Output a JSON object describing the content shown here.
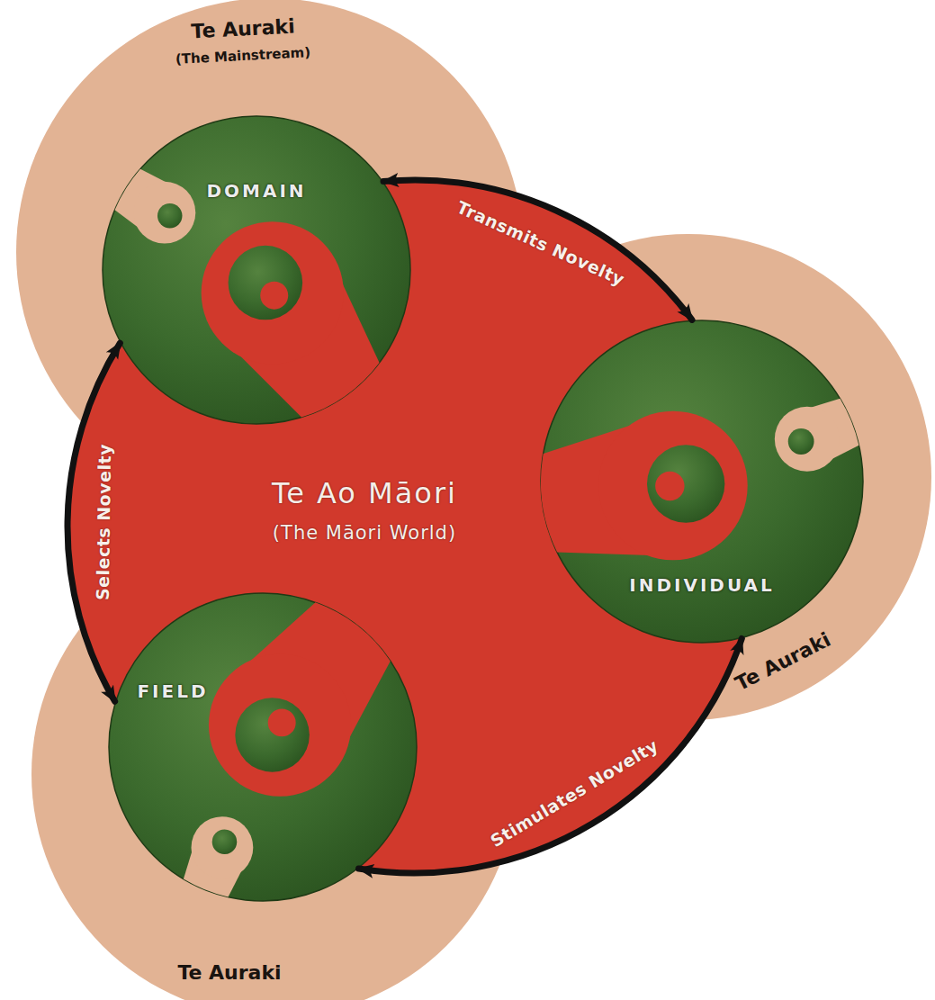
{
  "diagram": {
    "nodes": [
      {
        "text": [
          "Te Auraki",
          "(The Mainstream)"
        ]
      },
      {
        "text": [
          "Te Auraki"
        ]
      },
      {
        "text": [
          "Te Auraki"
        ]
      },
      {
        "text": [
          "Te Ao Māori",
          "(The Māori World)"
        ]
      },
      {
        "text": [
          "DOMAIN"
        ]
      },
      {
        "text": [
          "INDIVIDUAL"
        ]
      },
      {
        "text": [
          "FIELD"
        ]
      }
    ],
    "edges": [
      {
        "from": 4,
        "to": 5,
        "label": "Transmits Novelty",
        "arrow": "both"
      },
      {
        "from": 5,
        "to": 6,
        "label": "Stimulates Novelty",
        "arrow": "both"
      },
      {
        "from": 6,
        "to": 4,
        "label": "Selects Novelty",
        "arrow": "both"
      }
    ]
  }
}
